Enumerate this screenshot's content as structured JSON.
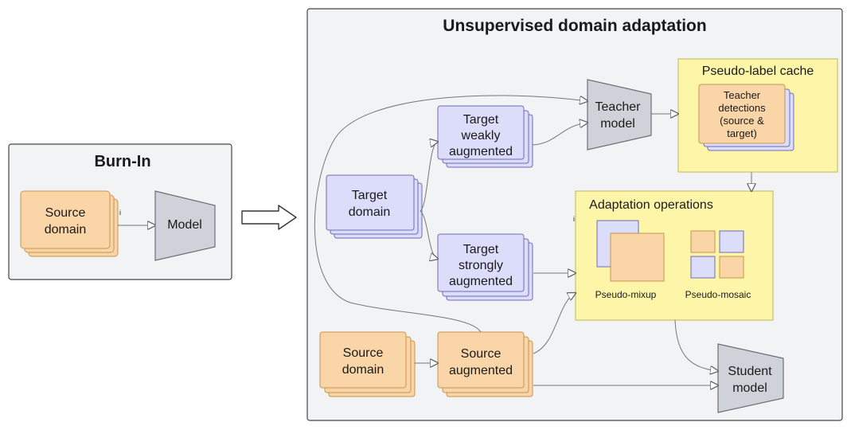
{
  "panels": {
    "burn_in_title": "Burn-In",
    "uda_title": "Unsupervised domain adaptation",
    "pseudo_label_cache_title": "Pseudo-label cache",
    "adaptation_ops_title": "Adaptation operations"
  },
  "burn_in": {
    "source_domain": [
      "Source",
      "domain"
    ],
    "model": "Model",
    "stray_mark": "i"
  },
  "uda": {
    "target_domain": [
      "Target",
      "domain"
    ],
    "target_weak": [
      "Target",
      "weakly",
      "augmented"
    ],
    "target_strong": [
      "Target",
      "strongly",
      "augmented"
    ],
    "source_domain": [
      "Source",
      "domain"
    ],
    "source_augmented": [
      "Source",
      "augmented"
    ],
    "teacher_model": [
      "Teacher",
      "model"
    ],
    "teacher_detections": [
      "Teacher",
      "detections",
      "(source &",
      "target)"
    ],
    "pseudo_mixup": "Pseudo-mixup",
    "pseudo_mosaic": "Pseudo-mosaic",
    "student_model": [
      "Student",
      "model"
    ],
    "stray_mark": "i"
  },
  "colors": {
    "orange_fill": "#f9d5a7",
    "orange_stroke": "#c8954f",
    "lavender_fill": "#dcdcfb",
    "lavender_stroke": "#6d6db8",
    "yellow_fill": "#fdf6a8",
    "yellow_stroke": "#c9c26a",
    "model_fill": "#cfd3d9",
    "model_stroke": "#6a6f78",
    "panel_fill": "#f2f3f5",
    "panel_stroke": "#444444"
  }
}
